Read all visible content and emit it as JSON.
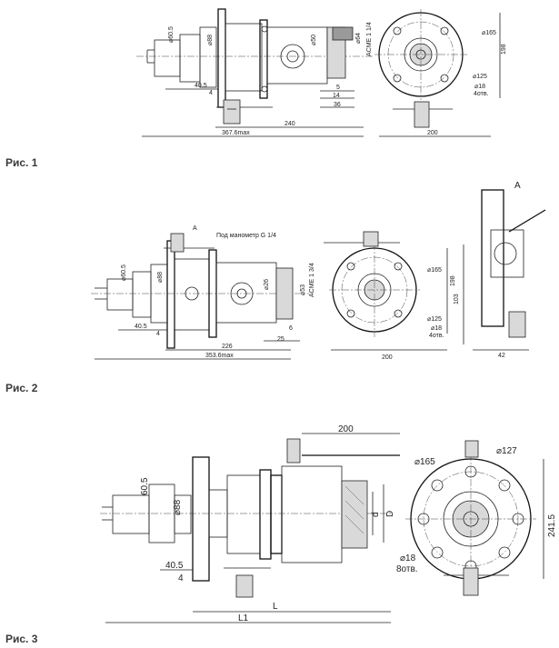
{
  "figures": [
    {
      "caption": "Рис. 1",
      "dims": {
        "d60_5": "⌀60.5",
        "d88": "⌀88",
        "d50": "⌀50",
        "d64": "⌀64",
        "acme": "ACME 1 1/4",
        "d40_5": "40.5",
        "d4": "4",
        "d5": "5",
        "d14": "14",
        "d36": "36",
        "d240": "240",
        "d367": "367.6max",
        "d200": "200",
        "d165": "⌀165",
        "d125": "⌀125",
        "d18": "⌀18",
        "holes": "4отв.",
        "d198": "198"
      }
    },
    {
      "caption": "Рис. 2",
      "dims": {
        "a1": "А",
        "a2": "А",
        "gauge": "Под манометр G 1/4",
        "d60_5": "⌀60.5",
        "d88": "⌀88",
        "d26": "⌀26",
        "d53": "⌀53",
        "acme": "ACME 1 3/4",
        "d40_5": "40.5",
        "d4": "4",
        "d6": "6",
        "d25": "25",
        "d226": "226",
        "d353": "353.6max",
        "d200": "200",
        "d165": "⌀165",
        "d125": "⌀125",
        "d18": "⌀18",
        "holes": "4отв.",
        "d198": "198",
        "d103": "103",
        "d42": "42"
      }
    },
    {
      "caption": "Рис. 3",
      "dims": {
        "d200": "200",
        "d60_5": "60.5",
        "d88": "⌀88",
        "d40_5": "40.5",
        "d4": "4",
        "L": "L",
        "L1": "L1",
        "d": "d",
        "D": "D",
        "d165": "⌀165",
        "d127": "⌀127",
        "d18": "⌀18",
        "holes": "8отв.",
        "d241": "241.5"
      }
    }
  ]
}
